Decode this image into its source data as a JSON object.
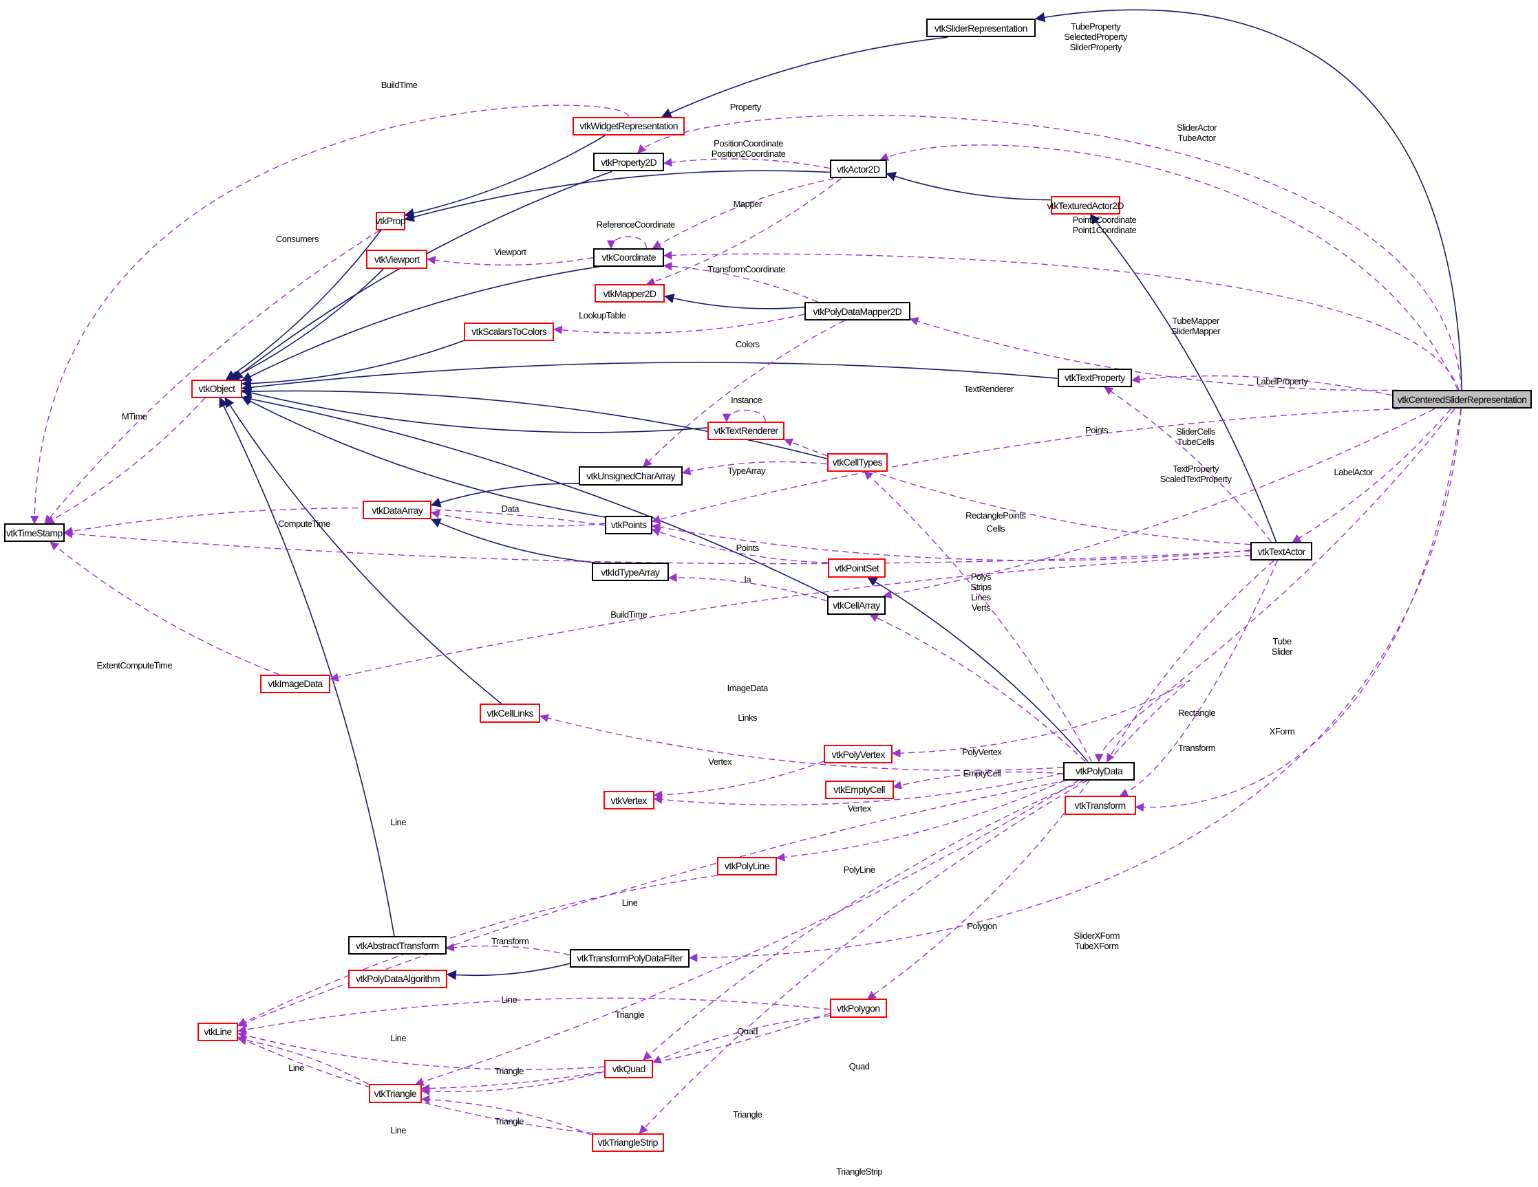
{
  "title": "vtkCenteredSliderRepresentation collaboration graph",
  "colors": {
    "inherit_edge": "#191970",
    "usage_edge": "#9a32cd",
    "node_border": "#000000",
    "undocumented_border": "#ff0000",
    "root_fill": "#bfbfbf"
  },
  "nodes": [
    {
      "id": "vtkSliderRepresentation",
      "label": "vtkSliderRepresentation",
      "style": "black"
    },
    {
      "id": "vtkWidgetRepresentation",
      "label": "vtkWidgetRepresentation",
      "style": "red"
    },
    {
      "id": "vtkProperty2D",
      "label": "vtkProperty2D",
      "style": "black"
    },
    {
      "id": "vtkActor2D",
      "label": "vtkActor2D",
      "style": "black"
    },
    {
      "id": "vtkTexturedActor2D",
      "label": "vtkTexturedActor2D",
      "style": "red"
    },
    {
      "id": "vtkProp",
      "label": "vtkProp",
      "style": "red"
    },
    {
      "id": "vtkViewport",
      "label": "vtkViewport",
      "style": "red"
    },
    {
      "id": "vtkCoordinate",
      "label": "vtkCoordinate",
      "style": "black"
    },
    {
      "id": "vtkMapper2D",
      "label": "vtkMapper2D",
      "style": "red"
    },
    {
      "id": "vtkPolyDataMapper2D",
      "label": "vtkPolyDataMapper2D",
      "style": "black"
    },
    {
      "id": "vtkScalarsToColors",
      "label": "vtkScalarsToColors",
      "style": "red"
    },
    {
      "id": "vtkObject",
      "label": "vtkObject",
      "style": "red"
    },
    {
      "id": "vtkTextProperty",
      "label": "vtkTextProperty",
      "style": "black"
    },
    {
      "id": "vtkCenteredSliderRepresentation",
      "label": "vtkCenteredSliderRepresentation",
      "style": "root"
    },
    {
      "id": "vtkTextRenderer",
      "label": "vtkTextRenderer",
      "style": "red"
    },
    {
      "id": "vtkCellTypes",
      "label": "vtkCellTypes",
      "style": "red"
    },
    {
      "id": "vtkUnsignedCharArray",
      "label": "vtkUnsignedCharArray",
      "style": "black"
    },
    {
      "id": "vtkDataArray",
      "label": "vtkDataArray",
      "style": "red"
    },
    {
      "id": "vtkPoints",
      "label": "vtkPoints",
      "style": "black"
    },
    {
      "id": "vtkTimeStamp",
      "label": "vtkTimeStamp",
      "style": "black"
    },
    {
      "id": "vtkTextActor",
      "label": "vtkTextActor",
      "style": "black"
    },
    {
      "id": "vtkPointSet",
      "label": "vtkPointSet",
      "style": "red"
    },
    {
      "id": "vtkIdTypeArray",
      "label": "vtkIdTypeArray",
      "style": "black"
    },
    {
      "id": "vtkCellArray",
      "label": "vtkCellArray",
      "style": "black"
    },
    {
      "id": "vtkImageData",
      "label": "vtkImageData",
      "style": "red"
    },
    {
      "id": "vtkCellLinks",
      "label": "vtkCellLinks",
      "style": "red"
    },
    {
      "id": "vtkPolyVertex",
      "label": "vtkPolyVertex",
      "style": "red"
    },
    {
      "id": "vtkPolyData",
      "label": "vtkPolyData",
      "style": "black"
    },
    {
      "id": "vtkEmptyCell",
      "label": "vtkEmptyCell",
      "style": "red"
    },
    {
      "id": "vtkVertex",
      "label": "vtkVertex",
      "style": "red"
    },
    {
      "id": "vtkTransform",
      "label": "vtkTransform",
      "style": "red"
    },
    {
      "id": "vtkPolyLine",
      "label": "vtkPolyLine",
      "style": "red"
    },
    {
      "id": "vtkAbstractTransform",
      "label": "vtkAbstractTransform",
      "style": "black"
    },
    {
      "id": "vtkTransformPolyDataFilter",
      "label": "vtkTransformPolyDataFilter",
      "style": "black"
    },
    {
      "id": "vtkPolyDataAlgorithm",
      "label": "vtkPolyDataAlgorithm",
      "style": "red"
    },
    {
      "id": "vtkPolygon",
      "label": "vtkPolygon",
      "style": "red"
    },
    {
      "id": "vtkLine",
      "label": "vtkLine",
      "style": "red"
    },
    {
      "id": "vtkQuad",
      "label": "vtkQuad",
      "style": "red"
    },
    {
      "id": "vtkTriangle",
      "label": "vtkTriangle",
      "style": "red"
    },
    {
      "id": "vtkTriangleStrip",
      "label": "vtkTriangleStrip",
      "style": "red"
    }
  ],
  "edges": [
    {
      "from": "vtkCenteredSliderRepresentation",
      "to": "vtkSliderRepresentation",
      "kind": "inherit",
      "label": ""
    },
    {
      "from": "vtkSliderRepresentation",
      "to": "vtkWidgetRepresentation",
      "kind": "inherit",
      "label": ""
    },
    {
      "from": "vtkWidgetRepresentation",
      "to": "vtkProp",
      "kind": "inherit",
      "label": ""
    },
    {
      "from": "vtkActor2D",
      "to": "vtkProp",
      "kind": "inherit",
      "label": ""
    },
    {
      "from": "vtkTexturedActor2D",
      "to": "vtkActor2D",
      "kind": "inherit",
      "label": ""
    },
    {
      "from": "vtkTextActor",
      "to": "vtkTexturedActor2D",
      "kind": "inherit",
      "label": ""
    },
    {
      "from": "vtkProp",
      "to": "vtkObject",
      "kind": "inherit",
      "label": ""
    },
    {
      "from": "vtkProperty2D",
      "to": "vtkObject",
      "kind": "inherit",
      "label": ""
    },
    {
      "from": "vtkViewport",
      "to": "vtkObject",
      "kind": "inherit",
      "label": ""
    },
    {
      "from": "vtkCoordinate",
      "to": "vtkObject",
      "kind": "inherit",
      "label": ""
    },
    {
      "from": "vtkScalarsToColors",
      "to": "vtkObject",
      "kind": "inherit",
      "label": ""
    },
    {
      "from": "vtkTextProperty",
      "to": "vtkObject",
      "kind": "inherit",
      "label": ""
    },
    {
      "from": "vtkTextRenderer",
      "to": "vtkObject",
      "kind": "inherit",
      "label": ""
    },
    {
      "from": "vtkCellTypes",
      "to": "vtkObject",
      "kind": "inherit",
      "label": ""
    },
    {
      "from": "vtkPoints",
      "to": "vtkObject",
      "kind": "inherit",
      "label": ""
    },
    {
      "from": "vtkCellArray",
      "to": "vtkObject",
      "kind": "inherit",
      "label": ""
    },
    {
      "from": "vtkCellLinks",
      "to": "vtkObject",
      "kind": "inherit",
      "label": ""
    },
    {
      "from": "vtkAbstractTransform",
      "to": "vtkObject",
      "kind": "inherit",
      "label": ""
    },
    {
      "from": "vtkPolyDataMapper2D",
      "to": "vtkMapper2D",
      "kind": "inherit",
      "label": ""
    },
    {
      "from": "vtkUnsignedCharArray",
      "to": "vtkDataArray",
      "kind": "inherit",
      "label": ""
    },
    {
      "from": "vtkIdTypeArray",
      "to": "vtkDataArray",
      "kind": "inherit",
      "label": ""
    },
    {
      "from": "vtkPolyData",
      "to": "vtkPointSet",
      "kind": "inherit",
      "label": ""
    },
    {
      "from": "vtkTransformPolyDataFilter",
      "to": "vtkPolyDataAlgorithm",
      "kind": "inherit",
      "label": ""
    },
    {
      "from": "vtkCenteredSliderRepresentation",
      "to": "vtkProperty2D",
      "kind": "use",
      "label": "TubeProperty\nSelectedProperty\nSliderProperty"
    },
    {
      "from": "vtkWidgetRepresentation",
      "to": "vtkTimeStamp",
      "kind": "use",
      "label": "BuildTime"
    },
    {
      "from": "vtkActor2D",
      "to": "vtkProperty2D",
      "kind": "use",
      "label": "Property"
    },
    {
      "from": "vtkCenteredSliderRepresentation",
      "to": "vtkActor2D",
      "kind": "use",
      "label": "SliderActor\nTubeActor"
    },
    {
      "from": "vtkActor2D",
      "to": "vtkCoordinate",
      "kind": "use",
      "label": "PositionCoordinate\nPosition2Coordinate"
    },
    {
      "from": "vtkActor2D",
      "to": "vtkMapper2D",
      "kind": "use",
      "label": "Mapper"
    },
    {
      "from": "vtkProp",
      "to": "vtkTimeStamp",
      "kind": "use",
      "label": "Consumers"
    },
    {
      "from": "vtkCoordinate",
      "to": "vtkViewport",
      "kind": "use",
      "label": "Viewport"
    },
    {
      "from": "vtkCoordinate",
      "to": "vtkCoordinate",
      "kind": "use",
      "label": "ReferenceCoordinate"
    },
    {
      "from": "vtkCenteredSliderRepresentation",
      "to": "vtkCoordinate",
      "kind": "use",
      "label": "Point2Coordinate\nPoint1Coordinate"
    },
    {
      "from": "vtkPolyDataMapper2D",
      "to": "vtkCoordinate",
      "kind": "use",
      "label": "TransformCoordinate"
    },
    {
      "from": "vtkPolyDataMapper2D",
      "to": "vtkScalarsToColors",
      "kind": "use",
      "label": "LookupTable"
    },
    {
      "from": "vtkPolyDataMapper2D",
      "to": "vtkUnsignedCharArray",
      "kind": "use",
      "label": "Colors"
    },
    {
      "from": "vtkCenteredSliderRepresentation",
      "to": "vtkPolyDataMapper2D",
      "kind": "use",
      "label": "TubeMapper\nSliderMapper"
    },
    {
      "from": "vtkCenteredSliderRepresentation",
      "to": "vtkTextProperty",
      "kind": "use",
      "label": "LabelProperty"
    },
    {
      "from": "vtkObject",
      "to": "vtkTimeStamp",
      "kind": "use",
      "label": "MTime"
    },
    {
      "from": "vtkTextRenderer",
      "to": "vtkTextRenderer",
      "kind": "use",
      "label": "Instance"
    },
    {
      "from": "vtkTextActor",
      "to": "vtkTextRenderer",
      "kind": "use",
      "label": "TextRenderer"
    },
    {
      "from": "vtkCenteredSliderRepresentation",
      "to": "vtkPoints",
      "kind": "use",
      "label": "Points"
    },
    {
      "from": "vtkCenteredSliderRepresentation",
      "to": "vtkCellArray",
      "kind": "use",
      "label": "SliderCells\nTubeCells"
    },
    {
      "from": "vtkTextActor",
      "to": "vtkTextProperty",
      "kind": "use",
      "label": "TextProperty\nScaledTextProperty"
    },
    {
      "from": "vtkCenteredSliderRepresentation",
      "to": "vtkTextActor",
      "kind": "use",
      "label": "LabelActor"
    },
    {
      "from": "vtkCellTypes",
      "to": "vtkUnsignedCharArray",
      "kind": "use",
      "label": "TypeArray"
    },
    {
      "from": "vtkPoints",
      "to": "vtkDataArray",
      "kind": "use",
      "label": "Data"
    },
    {
      "from": "vtkPoints",
      "to": "vtkTimeStamp",
      "kind": "use",
      "label": "ComputeTime"
    },
    {
      "from": "vtkTextActor",
      "to": "vtkPoints",
      "kind": "use",
      "label": "RectanglePoints"
    },
    {
      "from": "vtkPolyData",
      "to": "vtkCellTypes",
      "kind": "use",
      "label": "Cells"
    },
    {
      "from": "vtkPointSet",
      "to": "vtkPoints",
      "kind": "use",
      "label": "Points"
    },
    {
      "from": "vtkCellArray",
      "to": "vtkIdTypeArray",
      "kind": "use",
      "label": "Ia"
    },
    {
      "from": "vtkTextActor",
      "to": "vtkTimeStamp",
      "kind": "use",
      "label": "BuildTime"
    },
    {
      "from": "vtkPolyData",
      "to": "vtkCellArray",
      "kind": "use",
      "label": "Polys\nStrips\nLines\nVerts"
    },
    {
      "from": "vtkImageData",
      "to": "vtkTimeStamp",
      "kind": "use",
      "label": "ExtentComputeTime"
    },
    {
      "from": "vtkTextActor",
      "to": "vtkImageData",
      "kind": "use",
      "label": "ImageData"
    },
    {
      "from": "vtkPolyData",
      "to": "vtkCellLinks",
      "kind": "use",
      "label": "Links"
    },
    {
      "from": "vtkTextActor",
      "to": "vtkPolyData",
      "kind": "use",
      "label": "Rectangle"
    },
    {
      "from": "vtkCenteredSliderRepresentation",
      "to": "vtkPolyData",
      "kind": "use",
      "label": "Tube\nSlider"
    },
    {
      "from": "vtkPolyData",
      "to": "vtkPolyVertex",
      "kind": "use",
      "label": "PolyVertex"
    },
    {
      "from": "vtkPolyVertex",
      "to": "vtkVertex",
      "kind": "use",
      "label": "Vertex"
    },
    {
      "from": "vtkPolyData",
      "to": "vtkEmptyCell",
      "kind": "use",
      "label": "EmptyCell"
    },
    {
      "from": "vtkPolyData",
      "to": "vtkVertex",
      "kind": "use",
      "label": "Vertex"
    },
    {
      "from": "vtkTextActor",
      "to": "vtkTransform",
      "kind": "use",
      "label": "Transform"
    },
    {
      "from": "vtkCenteredSliderRepresentation",
      "to": "vtkTransform",
      "kind": "use",
      "label": "XForm"
    },
    {
      "from": "vtkPolyLine",
      "to": "vtkLine",
      "kind": "use",
      "label": "Line"
    },
    {
      "from": "vtkPolyData",
      "to": "vtkPolyLine",
      "kind": "use",
      "label": "PolyLine"
    },
    {
      "from": "vtkPolyData",
      "to": "vtkLine",
      "kind": "use",
      "label": "Line"
    },
    {
      "from": "vtkPolyData",
      "to": "vtkPolygon",
      "kind": "use",
      "label": "Polygon"
    },
    {
      "from": "vtkTransformPolyDataFilter",
      "to": "vtkAbstractTransform",
      "kind": "use",
      "label": "Transform"
    },
    {
      "from": "vtkCenteredSliderRepresentation",
      "to": "vtkTransformPolyDataFilter",
      "kind": "use",
      "label": "SliderXForm\nTubeXForm"
    },
    {
      "from": "vtkPolygon",
      "to": "vtkLine",
      "kind": "use",
      "label": "Line"
    },
    {
      "from": "vtkPolygon",
      "to": "vtkTriangle",
      "kind": "use",
      "label": "Triangle"
    },
    {
      "from": "vtkPolygon",
      "to": "vtkQuad",
      "kind": "use",
      "label": "Quad"
    },
    {
      "from": "vtkQuad",
      "to": "vtkLine",
      "kind": "use",
      "label": "Line"
    },
    {
      "from": "vtkTriangle",
      "to": "vtkLine",
      "kind": "use",
      "label": "Line"
    },
    {
      "from": "vtkQuad",
      "to": "vtkTriangle",
      "kind": "use",
      "label": "Triangle"
    },
    {
      "from": "vtkPolyData",
      "to": "vtkQuad",
      "kind": "use",
      "label": "Quad"
    },
    {
      "from": "vtkPolyData",
      "to": "vtkTriangle",
      "kind": "use",
      "label": "Triangle"
    },
    {
      "from": "vtkTriangleStrip",
      "to": "vtkTriangle",
      "kind": "use",
      "label": "Triangle"
    },
    {
      "from": "vtkTriangleStrip",
      "to": "vtkLine",
      "kind": "use",
      "label": "Line"
    },
    {
      "from": "vtkPolyData",
      "to": "vtkTriangleStrip",
      "kind": "use",
      "label": "TriangleStrip"
    }
  ]
}
